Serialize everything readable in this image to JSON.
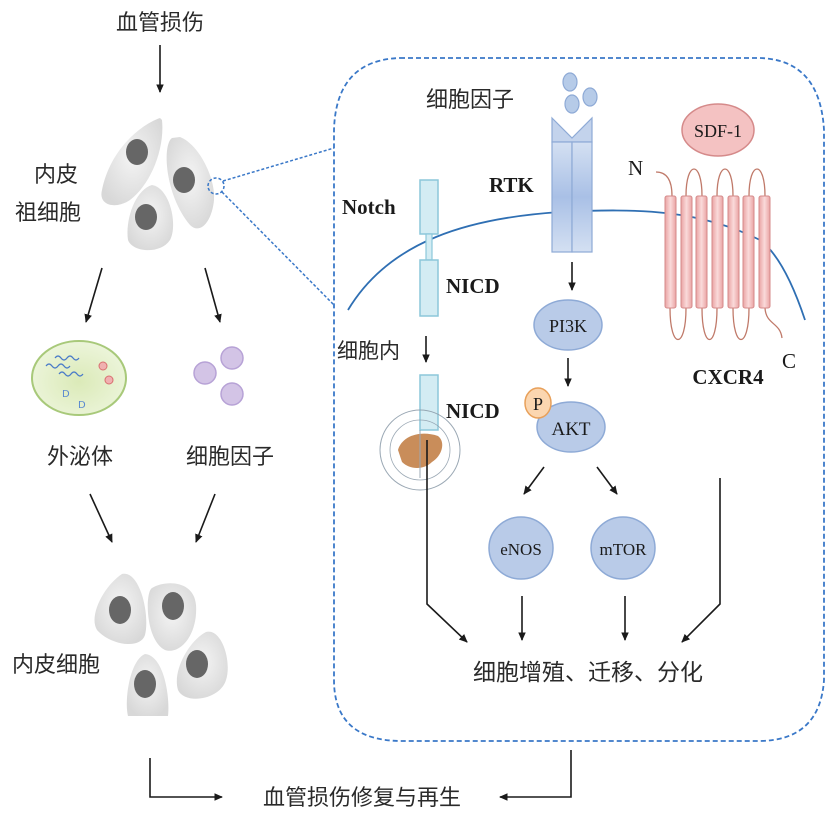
{
  "title_top": "血管损伤",
  "left": {
    "progenitor_label_line1": "内皮",
    "progenitor_label_line2": "祖细胞",
    "exosome_label": "外泌体",
    "cytokine_label": "细胞因子",
    "endothelial_label": "内皮细胞"
  },
  "bottom_label": "血管损伤修复与再生",
  "detail": {
    "cytokine_label": "细胞因子",
    "rtk_label": "RTK",
    "notch_label": "Notch",
    "nicd_upper_label": "NICD",
    "intracellular_label": "细胞内",
    "nicd_lower_label": "NICD",
    "pi3k_label": "PI3K",
    "p_label": "P",
    "akt_label": "AKT",
    "enos_label": "eNOS",
    "mtor_label": "mTOR",
    "sdf1_label": "SDF-1",
    "n_terminal_label": "N",
    "c_terminal_label": "C",
    "cxcr4_label": "CXCR4",
    "outcome_label": "细胞增殖、迁移、分化"
  },
  "colors": {
    "dashed_border": "#3a78c8",
    "membrane": "#2f6fb3",
    "node_fill": "#b9cbe8",
    "node_stroke": "#8eaad6",
    "notch_fill": "#cfe8f0",
    "notch_stroke": "#8cc7da",
    "cxcr4_fill": "#f2b8b8",
    "cxcr4_stroke": "#d58a8a",
    "sdf1_fill": "#f4c2c2",
    "p_fill": "#fbd6b0",
    "p_stroke": "#e8a05a",
    "exosome_fill": "#e4f0cc",
    "exosome_stroke": "#a8c97a",
    "cytokine_purple": "#cdbde0",
    "cell_fill": "#e6e6e6",
    "nucleus_fill": "#666666"
  }
}
